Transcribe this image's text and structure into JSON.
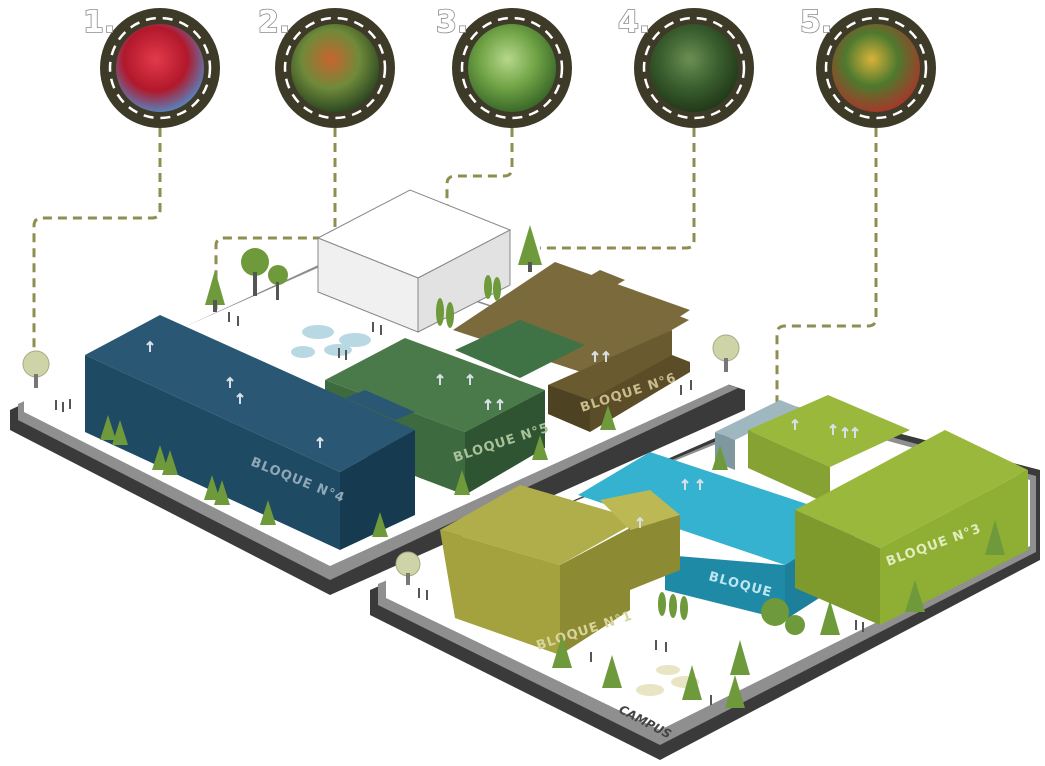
{
  "markers": [
    {
      "number": "1.",
      "tree_icon": "red-flowering-tree-photo"
    },
    {
      "number": "2.",
      "tree_icon": "orange-foliage-tree-photo"
    },
    {
      "number": "3.",
      "tree_icon": "light-green-tree-photo"
    },
    {
      "number": "4.",
      "tree_icon": "dark-green-tree-photo"
    },
    {
      "number": "5.",
      "tree_icon": "yellow-flowering-tree-photo"
    }
  ],
  "blocks": {
    "block4": "BLOQUE N°4",
    "block5": "BLOQUE N°5",
    "block6": "BLOQUE N°6",
    "block1": "BLOQUE N°1",
    "block2": "BLOQUE",
    "block3": "BLOQUE N°3"
  },
  "campus_label": "CAMPUS",
  "colors": {
    "block4": "#1f4a63",
    "block5": "#3e6a40",
    "block6": "#6a5a30",
    "block1": "#a3a23e",
    "block2": "#2aa3c2",
    "block3": "#8fae34",
    "ground": "#ffffff",
    "base": "#3a3a3a",
    "path": "#8a8a4a"
  }
}
